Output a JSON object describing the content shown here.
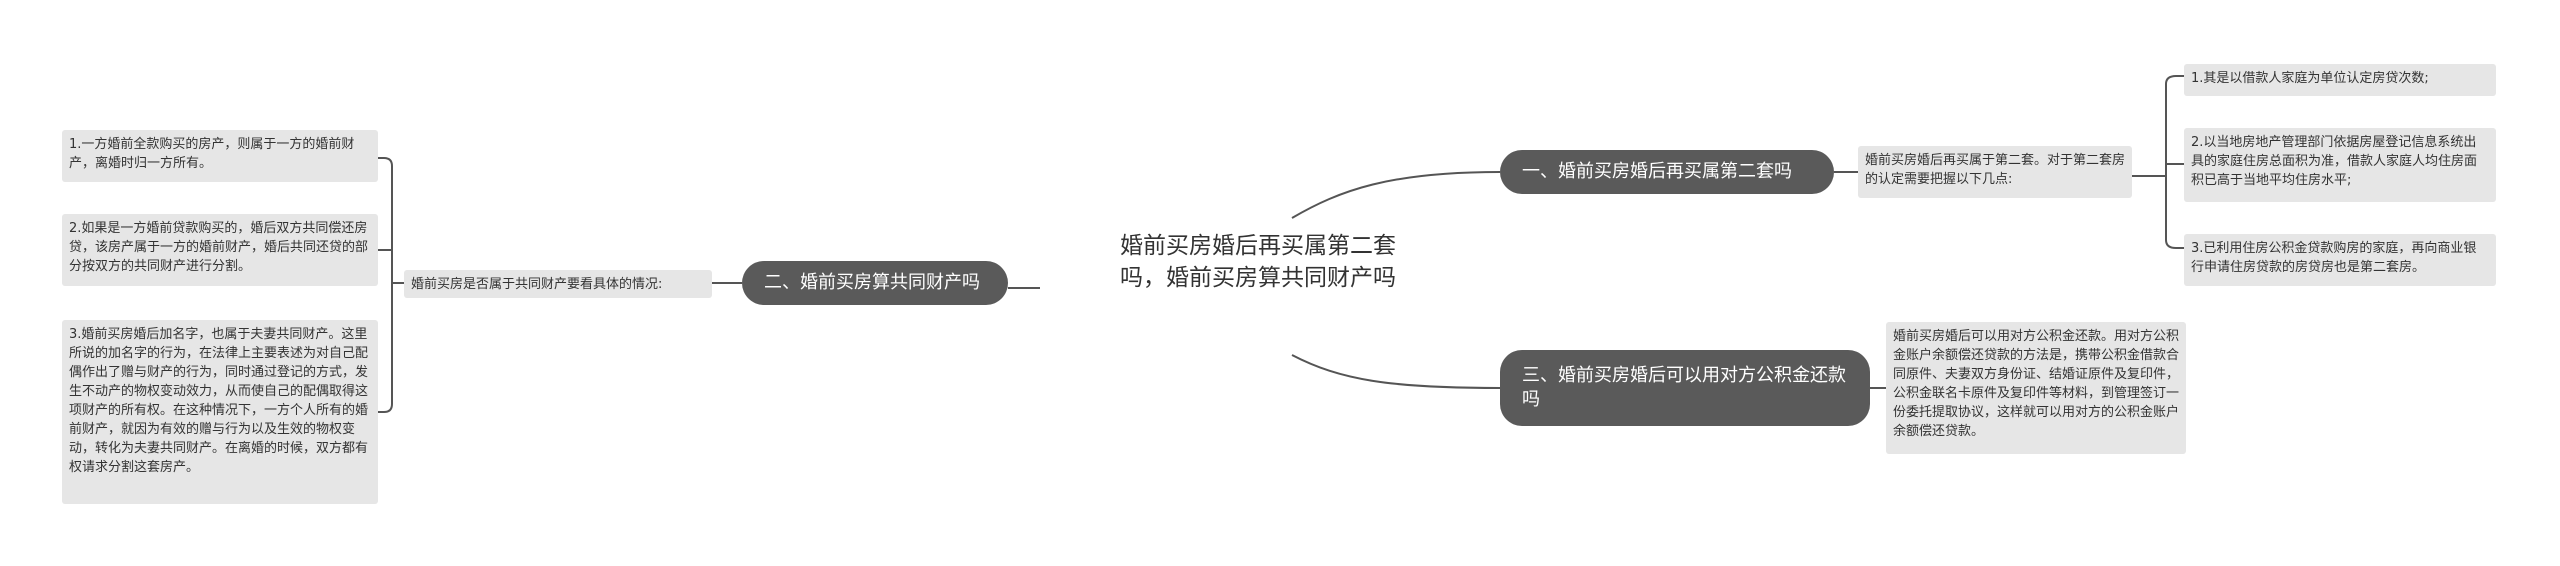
{
  "root": {
    "title": "婚前买房婚后再买属第二套吗，婚前买房算共同财产吗"
  },
  "branches": {
    "b1": {
      "label": "一、婚前买房婚后再买属第二套吗",
      "desc": "婚前买房婚后再买属于第二套。对于第二套房的认定需要把握以下几点:",
      "items": [
        "1.其是以借款人家庭为单位认定房贷次数;",
        "2.以当地房地产管理部门依据房屋登记信息系统出具的家庭住房总面积为准，借款人家庭人均住房面积已高于当地平均住房水平;",
        "3.已利用住房公积金贷款购房的家庭，再向商业银行申请住房贷款的房贷房也是第二套房。"
      ]
    },
    "b2": {
      "label": "二、婚前买房算共同财产吗",
      "desc": "婚前买房是否属于共同财产要看具体的情况:",
      "items": [
        "1.一方婚前全款购买的房产，则属于一方的婚前财产，离婚时归一方所有。",
        "2.如果是一方婚前贷款购买的，婚后双方共同偿还房贷，该房产属于一方的婚前财产，婚后共同还贷的部分按双方的共同财产进行分割。",
        "3.婚前买房婚后加名字，也属于夫妻共同财产。这里所说的加名字的行为，在法律上主要表述为对自己配偶作出了赠与财产的行为，同时通过登记的方式，发生不动产的物权变动效力，从而使自己的配偶取得这项财产的所有权。在这种情况下，一方个人所有的婚前财产，就因为有效的赠与行为以及生效的物权变动，转化为夫妻共同财产。在离婚的时候，双方都有权请求分割这套房产。"
      ]
    },
    "b3": {
      "label": "三、婚前买房婚后可以用对方公积金还款吗",
      "desc": "婚前买房婚后可以用对方公积金还款。用对方公积金账户余额偿还贷款的方法是，携带公积金借款合同原件、夫妻双方身份证、结婚证原件及复印件，公积金联名卡原件及复印件等材料，到管理签订一份委托提取协议，这样就可以用对方的公积金账户余额偿还贷款。"
    }
  },
  "colors": {
    "branch": "#5a5a5a",
    "leaf": "#e6e6e6",
    "line": "#555555"
  }
}
